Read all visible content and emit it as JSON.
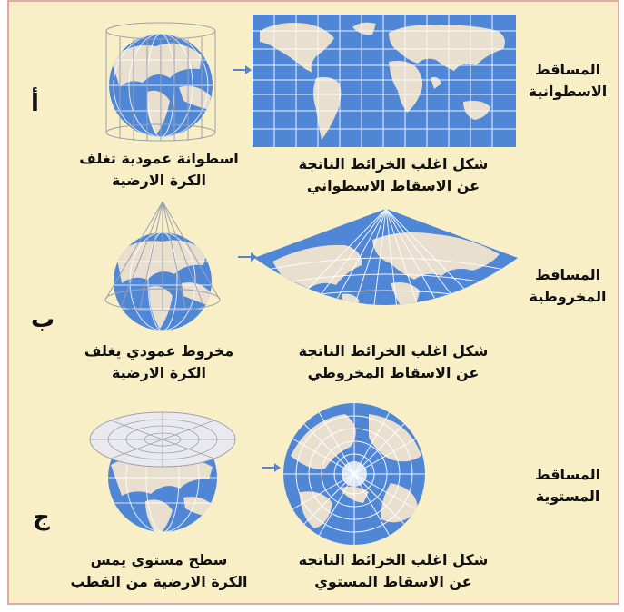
{
  "colors": {
    "background": "#f8efc6",
    "border": "#e1a8a8",
    "water": "#4f86d6",
    "land": "#e9dfcf",
    "grid": "#ffffff",
    "arrow": "#5b84c4"
  },
  "rows": [
    {
      "letter": "أ",
      "title_line1": "المساقط",
      "title_line2": "الاسطوانية",
      "map_caption_line1": "شكل اغلب الخرائط الناتجة",
      "map_caption_line2": "عن الاسقاط الاسطواني",
      "model_caption_line1": "اسطوانة عمودية تغلف",
      "model_caption_line2": "الكرة الارضية",
      "map_icon": "cylindrical-map-icon",
      "model_icon": "globe-in-cylinder-icon"
    },
    {
      "letter": "ب",
      "title_line1": "المساقط",
      "title_line2": "المخروطية",
      "map_caption_line1": "شكل اغلب الخرائط الناتجة",
      "map_caption_line2": "عن الاسقاط المخروطي",
      "model_caption_line1": "مخروط عمودي يغلف",
      "model_caption_line2": "الكرة الارضية",
      "map_icon": "conic-map-icon",
      "model_icon": "globe-in-cone-icon"
    },
    {
      "letter": "ج",
      "title_line1": "المساقط",
      "title_line2": "المستوية",
      "map_caption_line1": "شكل اغلب الخرائط الناتجة",
      "map_caption_line2": "عن الاسقاط المستوي",
      "model_caption_line1": "سطح مستوي يمس",
      "model_caption_line2": "الكرة الارضية من القطب",
      "map_icon": "azimuthal-map-icon",
      "model_icon": "globe-with-tangent-plane-icon"
    }
  ]
}
